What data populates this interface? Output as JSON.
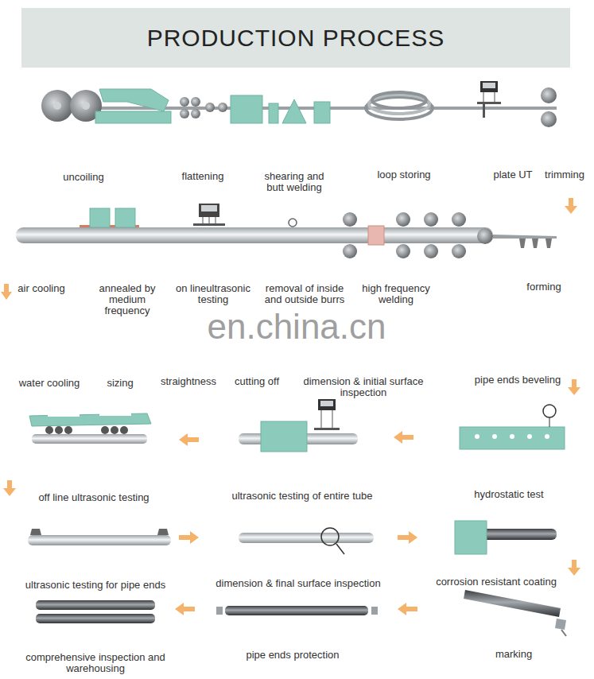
{
  "diagram": {
    "title": "PRODUCTION PROCESS",
    "labels": [
      "uncoiling",
      "flattening",
      "shearing and butt welding",
      "loop storing",
      "plate UT",
      "trimming",
      "air cooling",
      "annealed by medium frequency",
      "on lineultrasonic testing",
      "removal of inside and outside burrs",
      "high frequency welding",
      "forming",
      "en.china.cn",
      "water cooling",
      "sizing",
      "straightness",
      "cutting off",
      "dimension & initial surface inspection",
      "pipe ends beveling",
      "off line ultrasonic testing",
      "ultrasonic testing of entire tube",
      "hydrostatic test",
      "ultrasonic testing for pipe ends",
      "dimension & final surface inspection",
      "corrosion resistant coating",
      "comprehensive inspection and warehousing",
      "pipe ends protection",
      "marking"
    ]
  }
}
